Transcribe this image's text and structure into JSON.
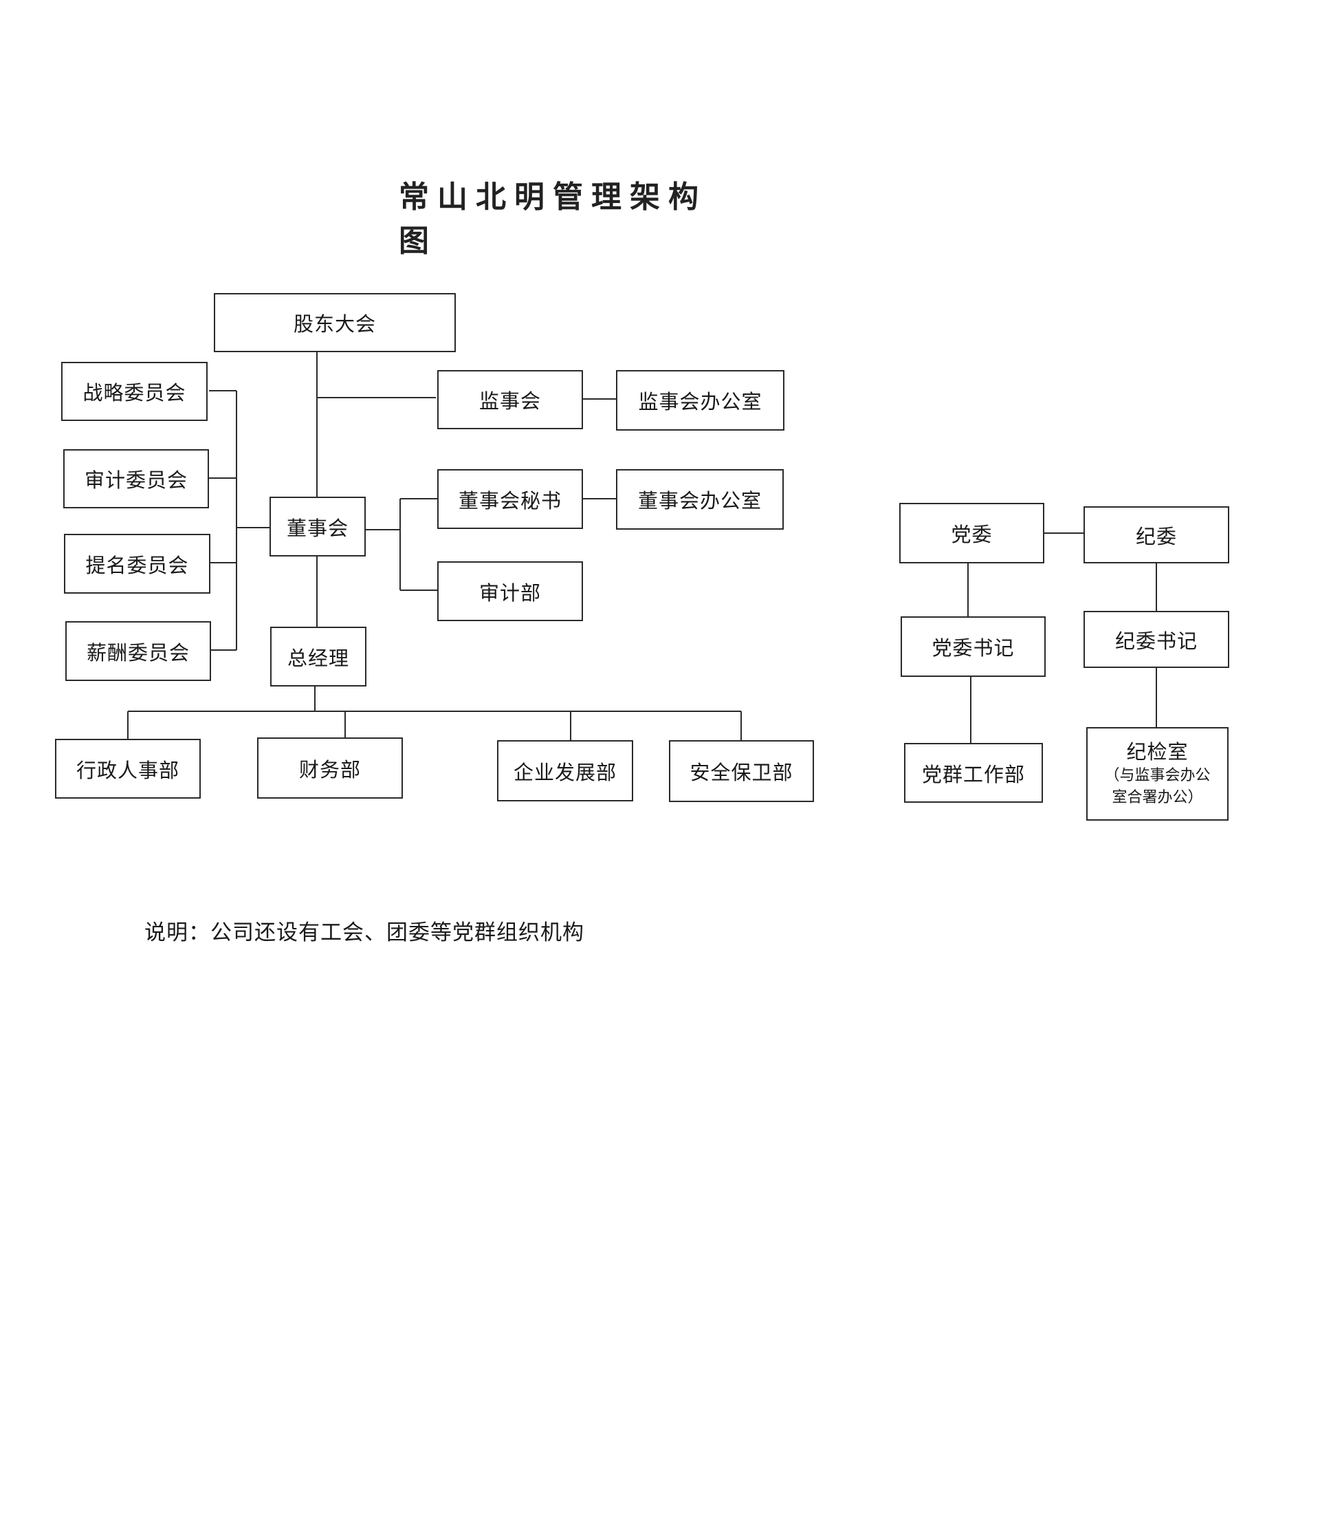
{
  "title": "常山北明管理架构图",
  "nodes": {
    "shareholders_meeting": "股东大会",
    "strategy_committee": "战略委员会",
    "audit_committee": "审计委员会",
    "nomination_committee": "提名委员会",
    "compensation_committee": "薪酬委员会",
    "supervisory_board": "监事会",
    "supervisory_office": "监事会办公室",
    "board_of_directors": "董事会",
    "board_secretary": "董事会秘书",
    "board_office": "董事会办公室",
    "audit_department": "审计部",
    "general_manager": "总经理",
    "admin_hr_department": "行政人事部",
    "finance_department": "财务部",
    "enterprise_development_department": "企业发展部",
    "security_department": "安全保卫部",
    "party_committee": "党委",
    "discipline_committee": "纪委",
    "party_secretary": "党委书记",
    "discipline_secretary": "纪委书记",
    "party_mass_work_department": "党群工作部",
    "discipline_inspection_office": "纪检室",
    "discipline_inspection_office_note_line1": "（与监事会办公",
    "discipline_inspection_office_note_line2": "室合署办公）"
  },
  "note": "说明：公司还设有工会、团委等党群组织机构"
}
